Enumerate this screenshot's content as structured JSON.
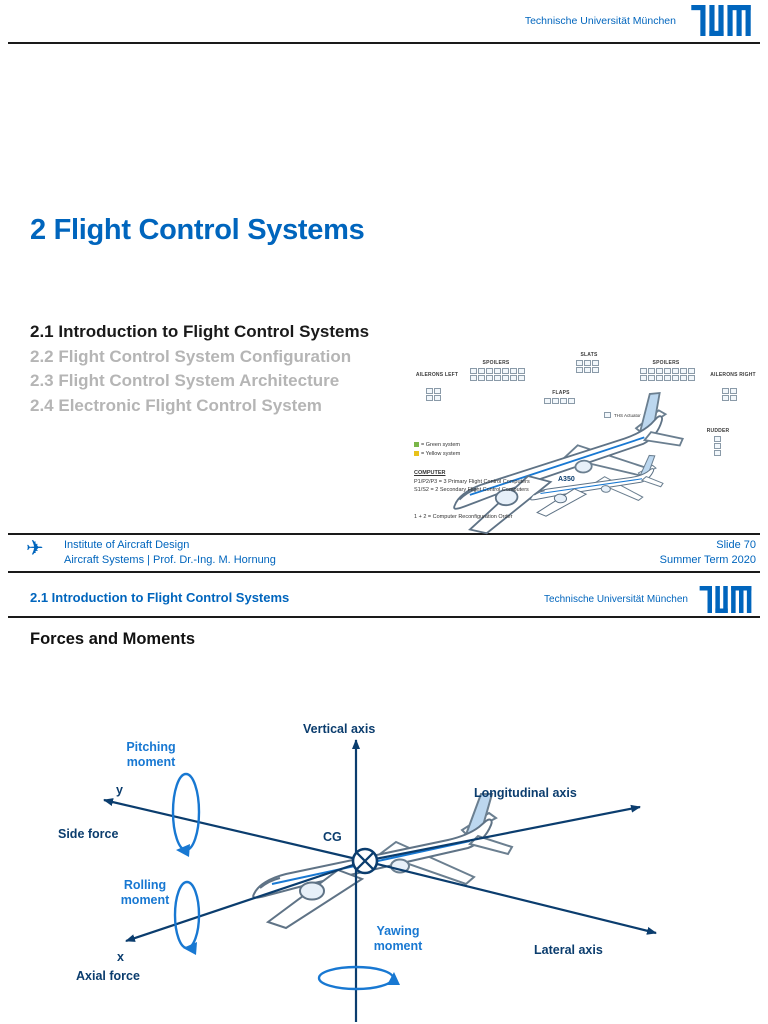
{
  "common": {
    "university": "Technische Universität München",
    "colors": {
      "tum_blue": "#0065BD",
      "navy": "#0b3d6e",
      "accent_blue": "#1878d2",
      "inactive_gray": "#b5b5b5"
    }
  },
  "slide1": {
    "title": "2 Flight Control Systems",
    "agenda": [
      {
        "label": "2.1 Introduction to Flight Control Systems"
      },
      {
        "label": "2.2 Flight Control System Configuration"
      },
      {
        "label": "2.3 Flight Control System Architecture"
      },
      {
        "label": "2.4 Electronic Flight Control System"
      }
    ],
    "figure": {
      "aircraft_marking": "A350",
      "labels": {
        "ailerons_left": "AILERONS LEFT",
        "spoilers_left": "SPOILERS",
        "slats": "SLATS",
        "spoilers_right": "SPOILERS",
        "ailerons_right": "AILERONS RIGHT",
        "flaps": "FLAPS",
        "ths": "THS Actuator",
        "rudder": "RUDDER"
      },
      "legend": {
        "green": "= Green system",
        "yellow": "= Yellow system",
        "computer": "COMPUTER",
        "primary": "P1/P2/P3 = 3 Primary Flight Control Computers",
        "secondary": "S1/S2 = 2 Secondary Flight Control Computers",
        "note": "1 + 2 = Computer Reconfiguration Order"
      }
    },
    "footer": {
      "institute": "Institute of Aircraft Design",
      "course": "Aircraft Systems | Prof. Dr.-Ing. M. Hornung",
      "slide_number": "Slide 70",
      "term": "Summer Term 2020"
    }
  },
  "slide2": {
    "section_title": "2.1 Introduction to Flight Control Systems",
    "heading": "Forces and Moments",
    "diagram": {
      "vertical_axis": "Vertical axis",
      "pitching_moment": "Pitching moment",
      "y": "y",
      "side_force": "Side force",
      "longitudinal_axis": "Longitudinal axis",
      "cg": "CG",
      "rolling_moment": "Rolling moment",
      "x": "x",
      "axial_force": "Axial force",
      "yawing_moment": "Yawing moment",
      "lateral_axis": "Lateral axis"
    }
  }
}
